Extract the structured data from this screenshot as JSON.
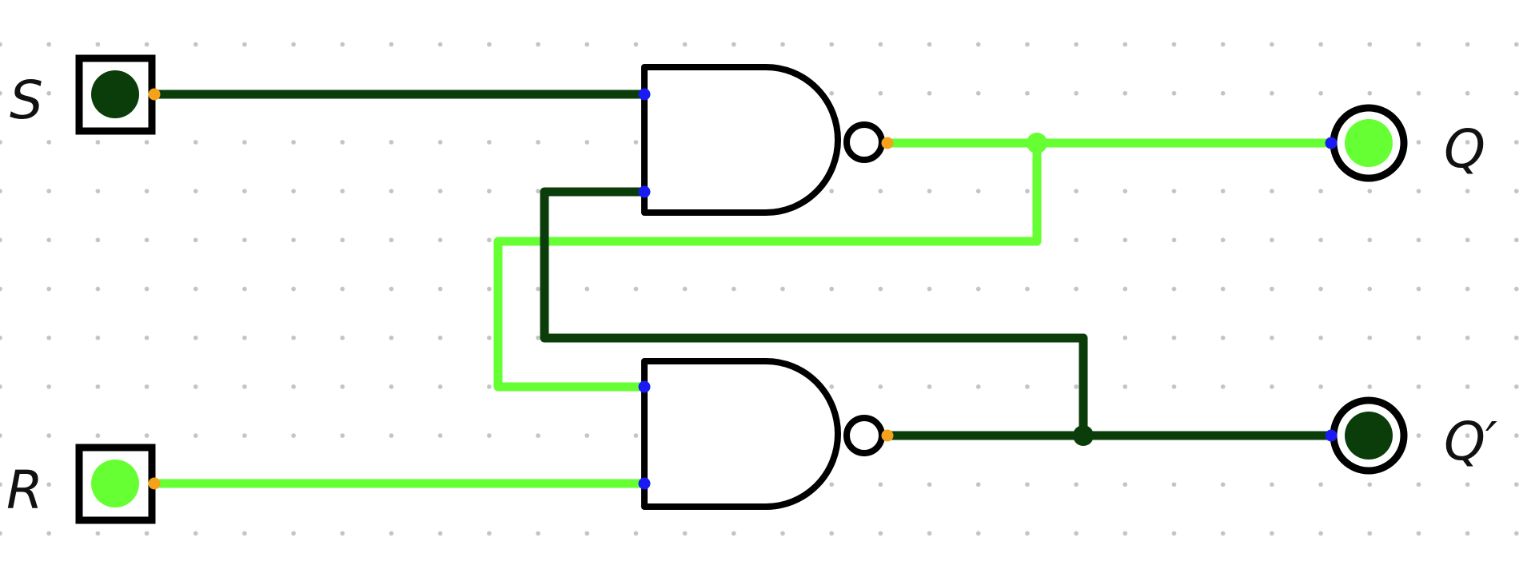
{
  "labels": {
    "input_s": "S",
    "input_r": "R",
    "output_q": "Q",
    "output_q_prime": "Q′"
  },
  "colors": {
    "signal_low": "#0b3d0b",
    "signal_high": "#66ff33",
    "connector_output": "#f5a21b",
    "connector_input": "#1a1af5",
    "gate_stroke": "#000000",
    "grid_dot": "#c4c4c4"
  },
  "states": {
    "S": 0,
    "R": 1,
    "Q": 1,
    "Q_prime": 0
  }
}
